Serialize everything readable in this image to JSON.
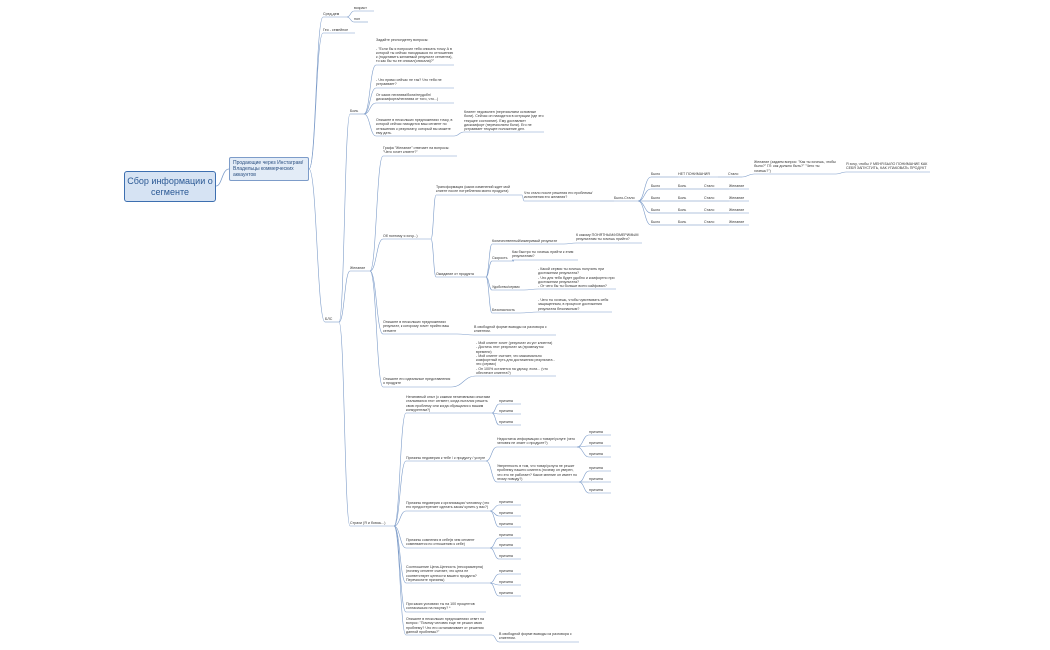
{
  "mindmap": {
    "root": "Сбор информации о сегменте",
    "main": "Продающие через Инстаграм/ Владельцы коммерческих аккаунтов",
    "nodes": [
      {
        "id": "sred",
        "text": "Сред.дем"
      },
      {
        "id": "vozrast",
        "text": "возраст"
      },
      {
        "id": "pol",
        "text": "пол"
      },
      {
        "id": "geo",
        "text": "Гео - семейное"
      },
      {
        "id": "bol",
        "text": "Боль"
      },
      {
        "id": "bol_q",
        "text": "Задайте респонденту вопросы:\n\n- \"Если бы я попросил тебя описать точку А в которой ты сейчас находишься по отношению к (подставить желаемый результат сегмента), то как бы ты ее описал(описала)?\""
      },
      {
        "id": "bol_q2",
        "text": "- Что прямо сейчас не так? Что тебя не устраивает?"
      },
      {
        "id": "bol_q3",
        "text": "От каких негатива/боли/неудобн/ дискомфорта/негатива от того, что...)"
      },
      {
        "id": "bol_q4",
        "text": "Опишите в нескольких предложениях точку, в которой сейчас находится ваш сегмент по отношению к результату, который вы можете ему дать."
      },
      {
        "id": "bol_client",
        "text": "Клиент недоволен (перечисляем основные боли). Сейчас он находится в ситуации (где это текущее состояние). Ему доставляет дискомфорт (перечисляем боли). Его не устраивает текущее положение дел."
      },
      {
        "id": "zhel",
        "text": "Желание"
      },
      {
        "id": "grafa",
        "text": "Графа \"Желание\" отвечает на вопросы: \"Чего хочет клиент?\""
      },
      {
        "id": "pozhel",
        "text": "Об поэтому я хочу...)"
      },
      {
        "id": "transform",
        "text": "Трансформация (каких изменений ждет мой клиент после потребления моего продукта)"
      },
      {
        "id": "chto_stalo",
        "text": "Что стало после решения его проблемы/ исполнения его желания?"
      },
      {
        "id": "bylo_stalo",
        "text": "Было-Стало"
      },
      {
        "id": "bylo1",
        "text": "Было"
      },
      {
        "id": "net_pon",
        "text": "НЕТ ПОНИМАНИЯ"
      },
      {
        "id": "stalo1",
        "text": "Стало"
      },
      {
        "id": "zhel_q",
        "text": "Желание (задаем вопрос: \"Как ты хочешь, чтобы было?\" ГЛ: как должно быть?\" \"Чего ты хочешь?\")"
      },
      {
        "id": "zhel_a",
        "text": "Я хочу, чтобы У МЕНЯ БЫЛО ПОНИМАНИЕ КАК СЕБЯ ЗАПУСТИТЬ, КАК УПАКОВАТЬ ПРОДУКТ"
      },
      {
        "id": "bylo2",
        "text": "Было"
      },
      {
        "id": "bol2",
        "text": "Боль"
      },
      {
        "id": "stalo2",
        "text": "Стало"
      },
      {
        "id": "zhel2",
        "text": "Желание"
      },
      {
        "id": "bylo3",
        "text": "Было"
      },
      {
        "id": "bol3",
        "text": "Боль"
      },
      {
        "id": "stalo3",
        "text": "Стало"
      },
      {
        "id": "zhel3",
        "text": "Желание"
      },
      {
        "id": "bylo4",
        "text": "Было"
      },
      {
        "id": "bol4",
        "text": "Боль"
      },
      {
        "id": "stalo4",
        "text": "Стало"
      },
      {
        "id": "zhel4",
        "text": "Желание"
      },
      {
        "id": "bylo5",
        "text": "Было"
      },
      {
        "id": "bol5",
        "text": "Боль"
      },
      {
        "id": "stalo5",
        "text": "Стало"
      },
      {
        "id": "zhel5",
        "text": "Желание"
      },
      {
        "id": "ozhid",
        "text": "Ожидание от продукта"
      },
      {
        "id": "kolich",
        "text": "Количественный/измеримый результат"
      },
      {
        "id": "kolich_q",
        "text": "К какому ПОНЯТНЫМ/ИЗМЕРИМЫМ результатам ты хочешь прийти?"
      },
      {
        "id": "skorost",
        "text": "Скорость"
      },
      {
        "id": "skorost_q",
        "text": "Как быстро ты хочешь прийти к этим результатам?"
      },
      {
        "id": "udob",
        "text": "Удобство/сервис"
      },
      {
        "id": "udob_q",
        "text": "- Какой сервис ты хочешь получить при достижении результата?\n- Что для тебя будет удобно и комфортно при достижении результата?\n- От чего бы ты больше всего кайфовал?"
      },
      {
        "id": "bezop",
        "text": "Безопасность"
      },
      {
        "id": "bezop_q",
        "text": "- Чего ты хочешь, чтобы чувствовать себя защищенным, в процессе достижения результата безопасным?"
      },
      {
        "id": "opishite_rez",
        "text": "Опишите в нескольких предложениях результат, к которому хочет прийти ваш сегмент"
      },
      {
        "id": "svob1",
        "text": "В свободной форме выводы из разговора с клиентом."
      },
      {
        "id": "opishite_id",
        "text": "Опишите его идеальные представления о продукте"
      },
      {
        "id": "ideal_q",
        "text": "- Мой клиент хочет (результат из уст клиента)\n- Достичь этот результат за (промежуток времени)\n- Мой клиент считает, что максимально комфортный путь для достижения результата - это (сервис)\n- Он 100% останется на удочку, если... (что обеспечит клиента?)"
      },
      {
        "id": "bls",
        "text": "БЛС"
      },
      {
        "id": "strahi",
        "text": "Страхи (Я и боюсь...)"
      },
      {
        "id": "neg_opyt",
        "text": "Негативный опыт (с какими негативными опытами сталкивался этот сегмент, когда пытался решить свою проблему или когда обращался к вашим конкурентам?)"
      },
      {
        "id": "prich1",
        "text": "причина"
      },
      {
        "id": "prich2",
        "text": "причина"
      },
      {
        "id": "prich3",
        "text": "причина"
      },
      {
        "id": "prich_nedov",
        "text": "Причины недоверия к тебе / к продукту / услуге"
      },
      {
        "id": "nedost",
        "text": "Недостаток информации о товаре/услуге (чего человек не знает о продукте?)"
      },
      {
        "id": "prich4",
        "text": "причина"
      },
      {
        "id": "prich5",
        "text": "причина"
      },
      {
        "id": "prich6",
        "text": "причина"
      },
      {
        "id": "uveren",
        "text": "Уверенность в том, что товар/услуга не решит проблему нашего клиента (почему он уверен, что это не работает? Какое мнение он имеет по этому поводу?)"
      },
      {
        "id": "prich7",
        "text": "причина"
      },
      {
        "id": "prich8",
        "text": "причина"
      },
      {
        "id": "prich9",
        "text": "причина"
      },
      {
        "id": "prich_org",
        "text": "Причины недоверия к организации/ человеку (что его предостерегает сделать заказ/ купить у вас?)"
      },
      {
        "id": "prich10",
        "text": "причина"
      },
      {
        "id": "prich11",
        "text": "причина"
      },
      {
        "id": "prich12",
        "text": "причина"
      },
      {
        "id": "prich_sebe",
        "text": "Причины сомнения в себе(в чем сегмент сомневается по отношению к себе)"
      },
      {
        "id": "prich13",
        "text": "причина"
      },
      {
        "id": "prich14",
        "text": "причина"
      },
      {
        "id": "prich15",
        "text": "причина"
      },
      {
        "id": "sootn",
        "text": "Соотношение Цена-Ценность (несоразмерна) (почему сегмент считает, что цена не соответствует ценности вашего продукта? Перечислите причины)"
      },
      {
        "id": "prich16",
        "text": "причина"
      },
      {
        "id": "prich17",
        "text": "причина"
      },
      {
        "id": "prich18",
        "text": "причина"
      },
      {
        "id": "usl",
        "text": "При каких условиях ты на 100 процентов согласишься на покупку? *"
      },
      {
        "id": "opishite_str",
        "text": "Опишите в нескольких предложениях ответ на вопрос: \"Почему человек еще не решил свою проблему? Что его останавливает от решения данной проблемы?\""
      },
      {
        "id": "svob2",
        "text": "В свободной форме выводы из разговора с клиентом."
      }
    ]
  }
}
